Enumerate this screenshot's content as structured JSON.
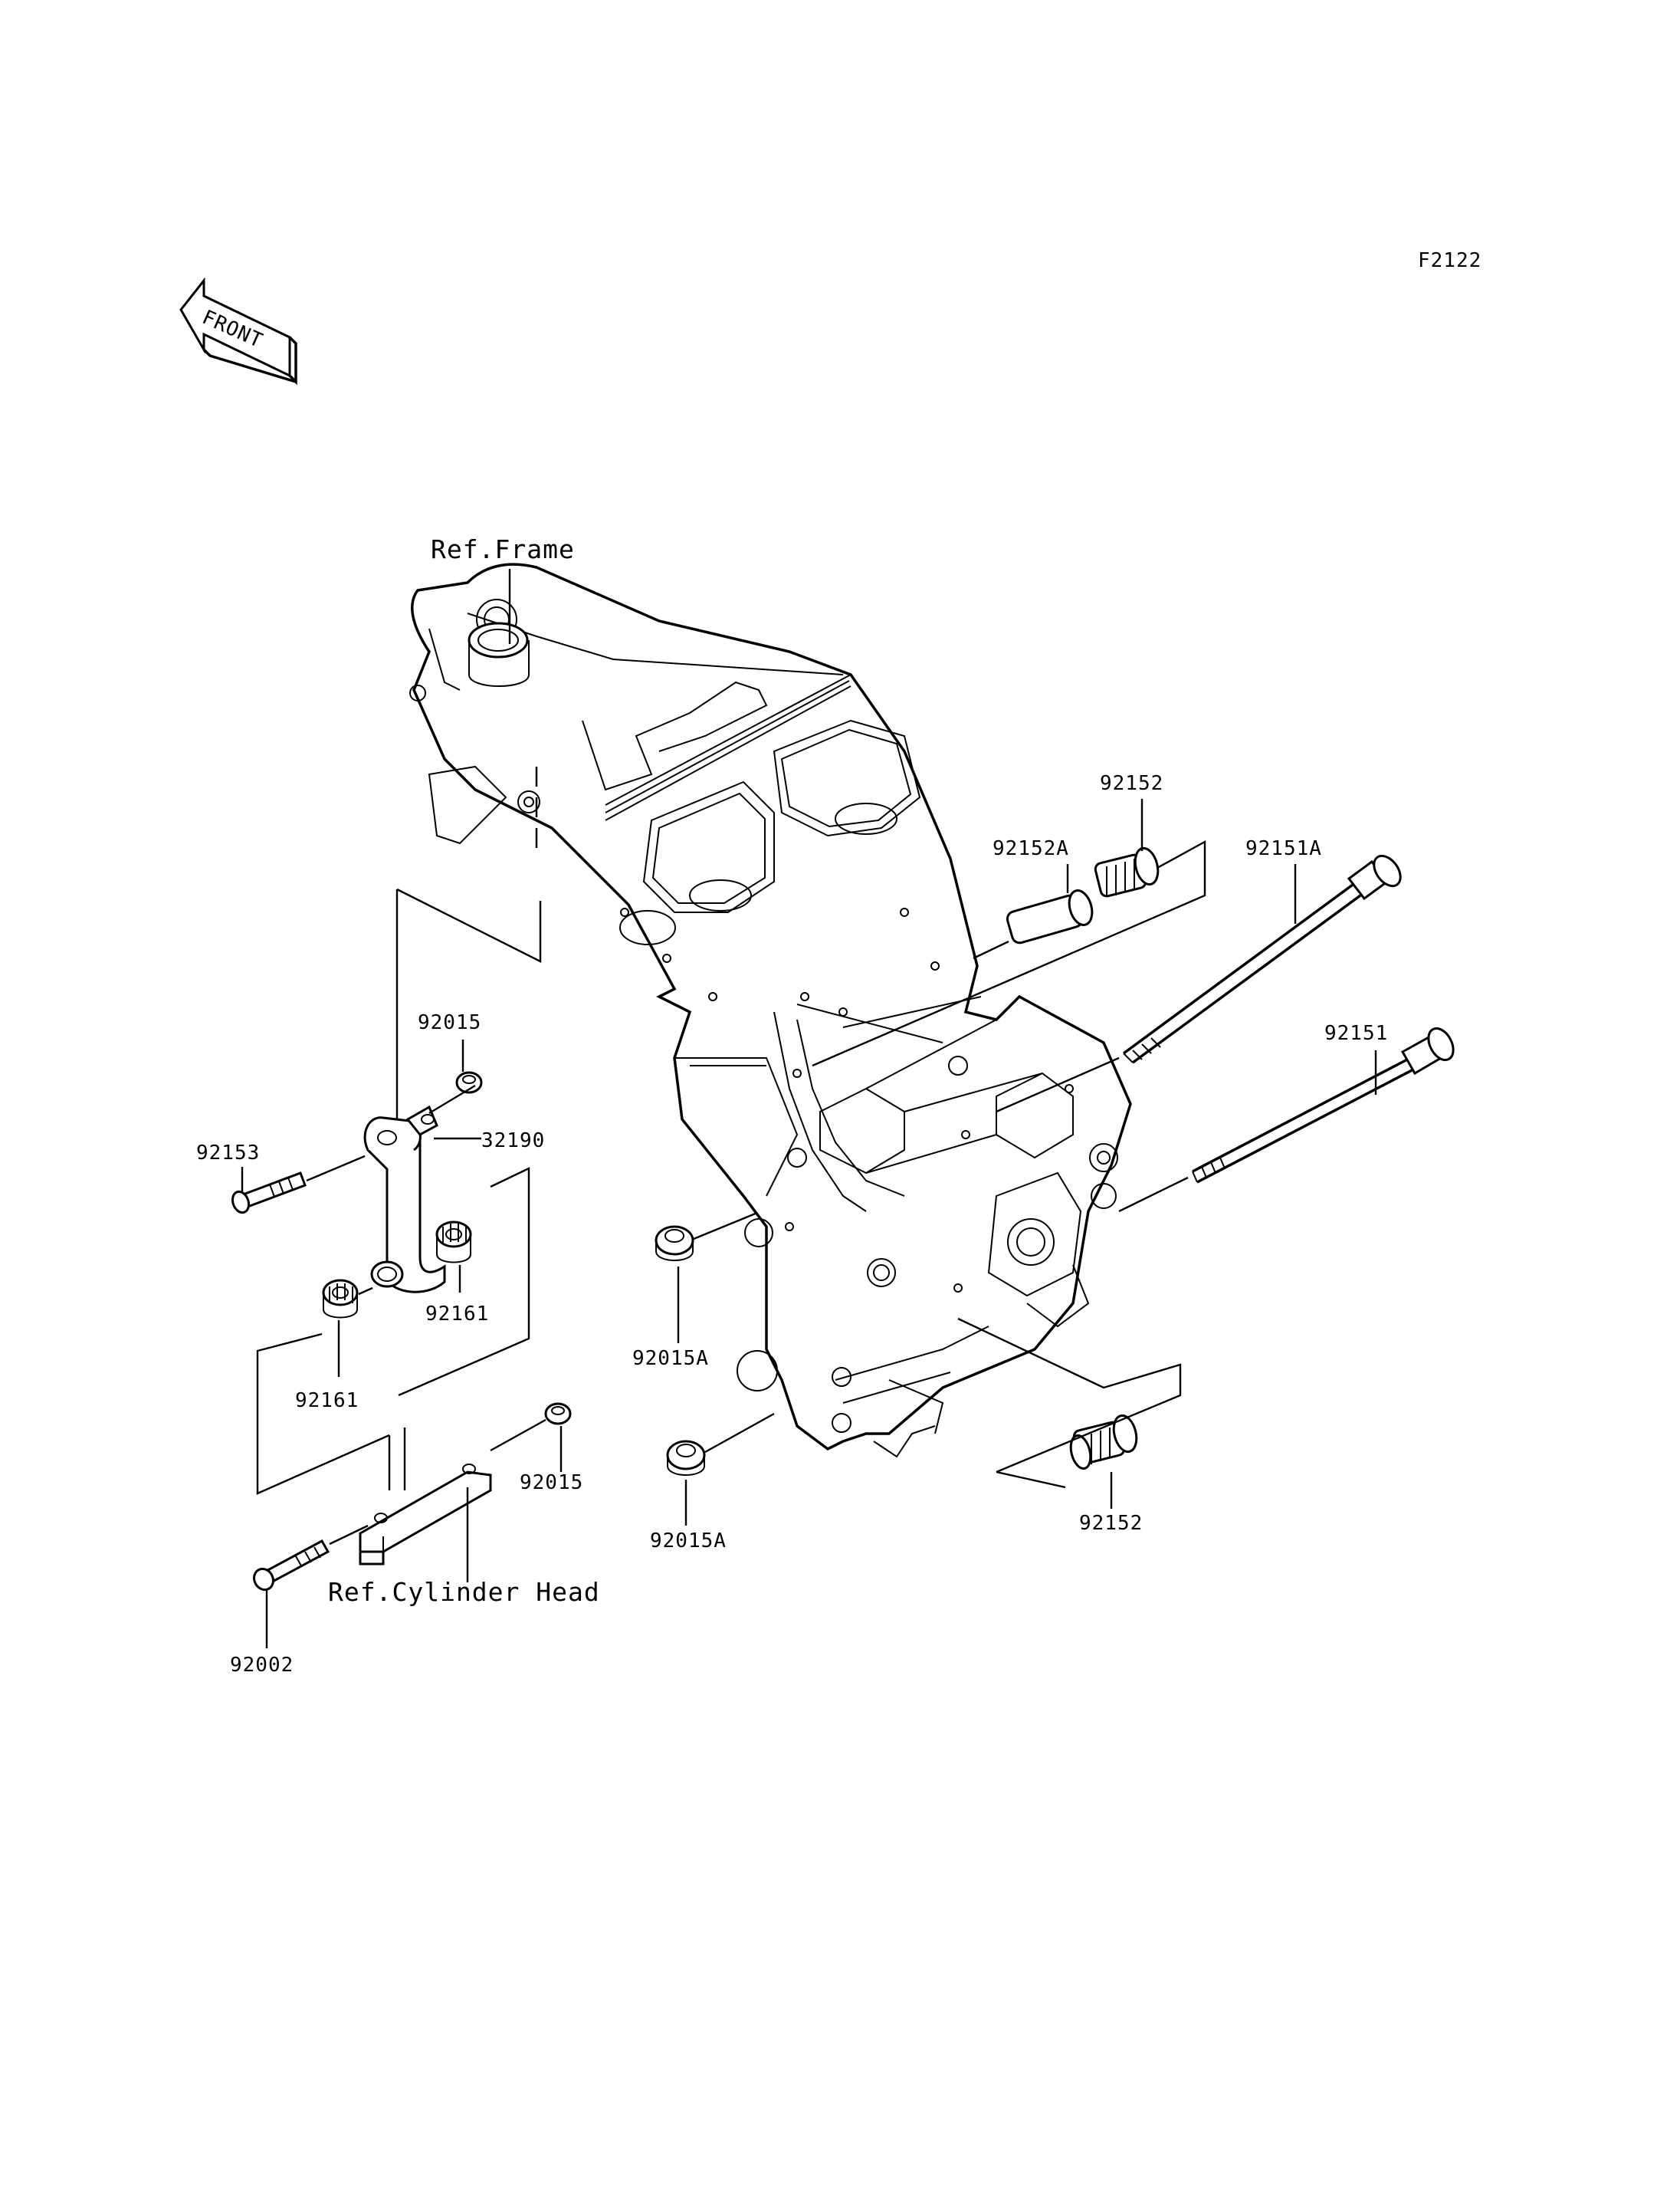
{
  "diagram": {
    "figure_code": "F2122",
    "front_arrow_text": "FRONT",
    "references": {
      "frame": "Ref.Frame",
      "cylinder_head": "Ref.Cylinder Head"
    },
    "parts": {
      "p92152_top": "92152",
      "p92152a": "92152A",
      "p92151a": "92151A",
      "p92151": "92151",
      "p92015_upper": "92015",
      "p92153": "92153",
      "p32190": "32190",
      "p92161_right": "92161",
      "p92161_left": "92161",
      "p92015a_upper": "92015A",
      "p92015_lower": "92015",
      "p92015a_lower": "92015A",
      "p92152_bottom": "92152",
      "p92002": "92002"
    }
  }
}
